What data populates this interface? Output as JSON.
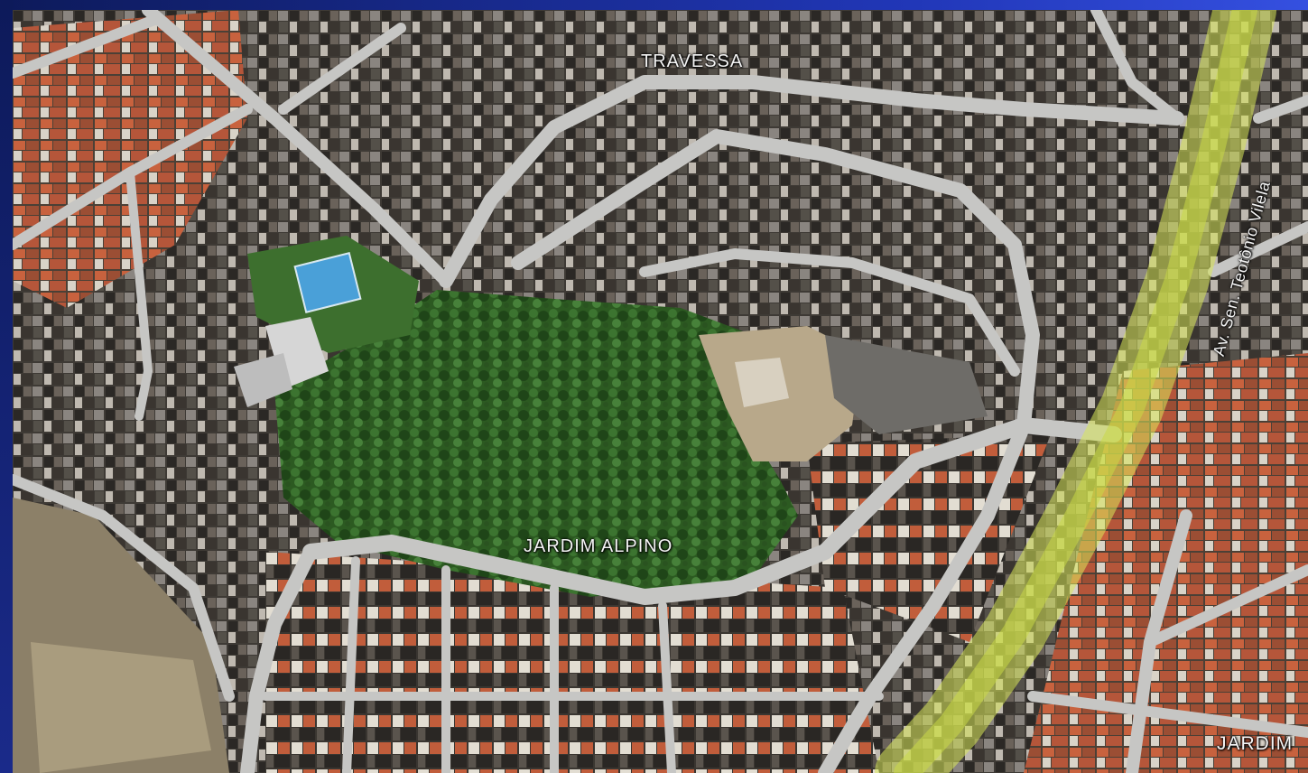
{
  "map": {
    "view": "satellite",
    "labels": {
      "travessa": "TRAVESSA",
      "jardim_alpino": "JARDIM ALPINO",
      "avenue": "Av. Sen. Teotônio Vilela",
      "jardim": "JARDIM"
    },
    "highlighted_route": {
      "name": "Av. Sen. Teotônio Vilela",
      "color": "#d8e85a"
    }
  },
  "colors": {
    "frame_blue": "#1f34b0",
    "forest_green": "#2f5a22",
    "road_gray": "#c6c6c4",
    "roof_red": "#c8623e"
  }
}
